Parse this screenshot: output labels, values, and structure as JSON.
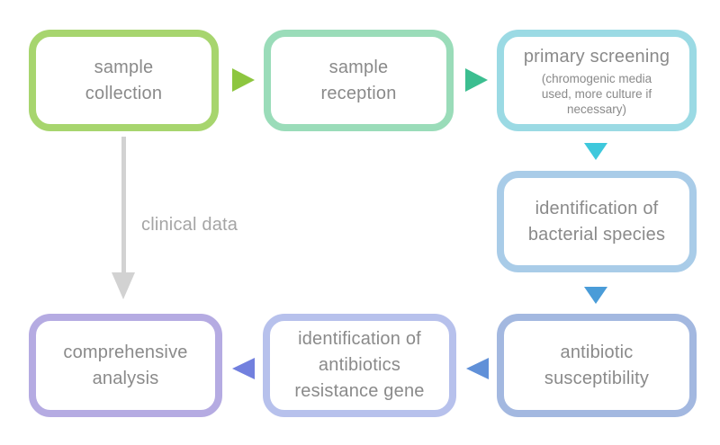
{
  "flowchart": {
    "background": "#ffffff",
    "text_color": "#8a8a8a",
    "nodes": [
      {
        "id": "sample-collection",
        "label": "sample collection",
        "border_color": "#a7d56e"
      },
      {
        "id": "sample-reception",
        "label": "sample reception",
        "border_color": "#9adcb9"
      },
      {
        "id": "primary-screening",
        "label": "primary screening",
        "note": "(chromogenic media used, more culture if necessary)",
        "border_color": "#9bdae4"
      },
      {
        "id": "identification-of-bacterial-species",
        "label": "identification of bacterial species",
        "border_color": "#a9cce8"
      },
      {
        "id": "antibiotic-susceptibility",
        "label": "antibiotic susceptibility",
        "border_color": "#a3b8e0"
      },
      {
        "id": "identification-of-antibiotics-resistance-gene",
        "label": "identification of antibiotics resistance gene",
        "border_color": "#b7c1ec"
      },
      {
        "id": "comprehensive-analysis",
        "label": "comprehensive analysis",
        "border_color": "#b5abe2"
      }
    ],
    "arrows": [
      {
        "id": "collection-to-reception",
        "direction": "right",
        "color": "#8dc63f"
      },
      {
        "id": "reception-to-screening",
        "direction": "right",
        "color": "#3cbe90"
      },
      {
        "id": "screening-to-species-id",
        "direction": "down",
        "color": "#3ec8dc"
      },
      {
        "id": "species-id-to-susceptibility",
        "direction": "down",
        "color": "#4a9cd8"
      },
      {
        "id": "susceptibility-to-resistance-gene",
        "direction": "left",
        "color": "#6090d8"
      },
      {
        "id": "resistance-gene-to-analysis",
        "direction": "left",
        "color": "#7280de"
      },
      {
        "id": "clinical-data-bypass",
        "direction": "down",
        "color": "#d2d2d2",
        "label": "clinical data",
        "label_color": "#a5a5a5"
      }
    ]
  }
}
